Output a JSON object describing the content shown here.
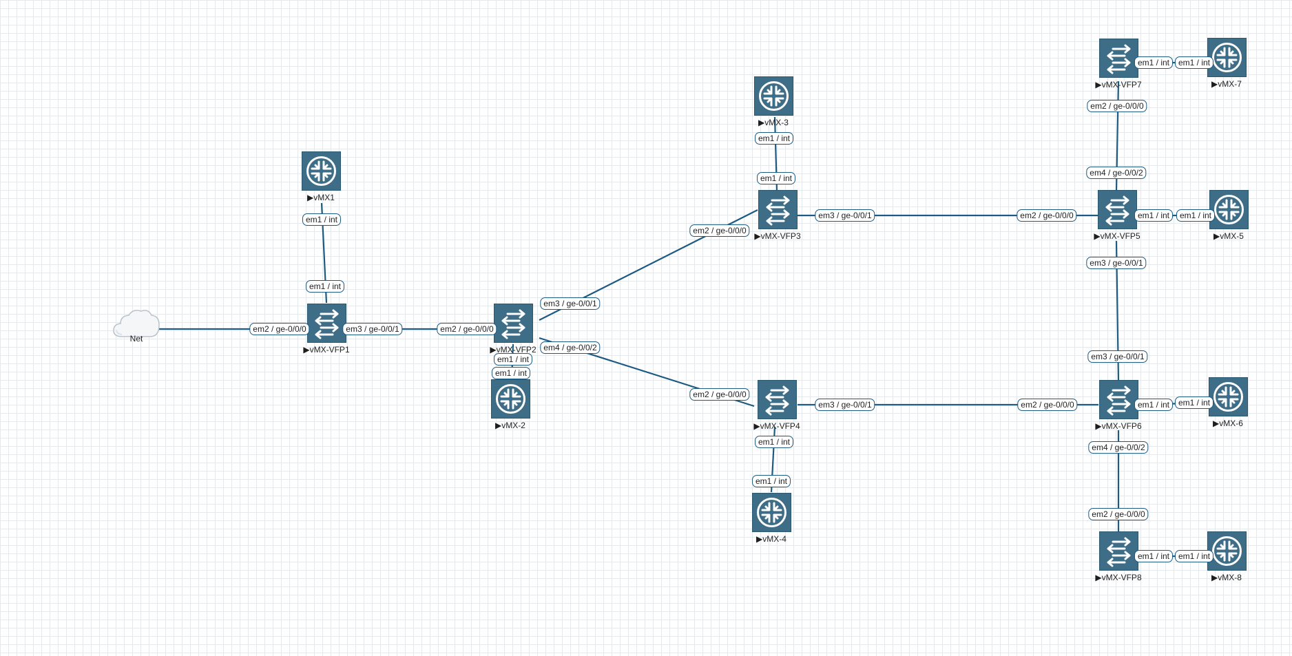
{
  "colors": {
    "link": "#1c5a82",
    "node_fill": "#3e6d87",
    "node_stroke": "#2b5670",
    "label_border": "#1c5a82"
  },
  "nodes": {
    "net": {
      "label": "Net",
      "icon": "cloud-icon"
    },
    "vfp1": {
      "label": "▶vMX-VFP1",
      "icon": "switch-icon"
    },
    "vfp2": {
      "label": "▶vMX-VFP2",
      "icon": "switch-icon"
    },
    "vfp3": {
      "label": "▶vMX-VFP3",
      "icon": "switch-icon"
    },
    "vfp4": {
      "label": "▶vMX-VFP4",
      "icon": "switch-icon"
    },
    "vfp5": {
      "label": "▶vMX-VFP5",
      "icon": "switch-icon"
    },
    "vfp6": {
      "label": "▶vMX-VFP6",
      "icon": "switch-icon"
    },
    "vfp7": {
      "label": "▶vMX-VFP7",
      "icon": "switch-icon"
    },
    "vfp8": {
      "label": "▶vMX-VFP8",
      "icon": "switch-icon"
    },
    "vmx1": {
      "label": "▶vMX1",
      "icon": "router-icon"
    },
    "vmx2": {
      "label": "▶vMX-2",
      "icon": "router-icon"
    },
    "vmx3": {
      "label": "▶vMX-3",
      "icon": "router-icon"
    },
    "vmx4": {
      "label": "▶vMX-4",
      "icon": "router-icon"
    },
    "vmx5": {
      "label": "▶vMX-5",
      "icon": "router-icon"
    },
    "vmx6": {
      "label": "▶vMX-6",
      "icon": "router-icon"
    },
    "vmx7": {
      "label": "▶vMX-7",
      "icon": "router-icon"
    },
    "vmx8": {
      "label": "▶vMX-8",
      "icon": "router-icon"
    }
  },
  "links": [
    {
      "a": "net",
      "b": "vfp1",
      "a_if": "",
      "b_if": "em2 / ge-0/0/0"
    },
    {
      "a": "vmx1",
      "b": "vfp1",
      "a_if": "em1 / int",
      "b_if": "em1 / int"
    },
    {
      "a": "vfp1",
      "b": "vfp2",
      "a_if": "em3 / ge-0/0/1",
      "b_if": "em2 / ge-0/0/0"
    },
    {
      "a": "vfp2",
      "b": "vmx2",
      "a_if": "em1 / int",
      "b_if": "em1 / int"
    },
    {
      "a": "vfp2",
      "b": "vfp3",
      "a_if": "em3 / ge-0/0/1",
      "b_if": "em2 / ge-0/0/0"
    },
    {
      "a": "vfp2",
      "b": "vfp4",
      "a_if": "em4 / ge-0/0/2",
      "b_if": "em2 / ge-0/0/0"
    },
    {
      "a": "vmx3",
      "b": "vfp3",
      "a_if": "em1 / int",
      "b_if": "em1 / int"
    },
    {
      "a": "vfp3",
      "b": "vfp5",
      "a_if": "em3 / ge-0/0/1",
      "b_if": "em2 / ge-0/0/0"
    },
    {
      "a": "vfp4",
      "b": "vmx4",
      "a_if": "em1 / int",
      "b_if": "em1 / int"
    },
    {
      "a": "vfp4",
      "b": "vfp6",
      "a_if": "em3 / ge-0/0/1",
      "b_if": "em2 / ge-0/0/0"
    },
    {
      "a": "vfp7",
      "b": "vmx7",
      "a_if": "em1 / int",
      "b_if": "em1 / int"
    },
    {
      "a": "vfp7",
      "b": "vfp5",
      "a_if": "em2 / ge-0/0/0",
      "b_if": "em4 / ge-0/0/2"
    },
    {
      "a": "vfp5",
      "b": "vmx5",
      "a_if": "em1 / int",
      "b_if": "em1 / int"
    },
    {
      "a": "vfp5",
      "b": "vfp6",
      "a_if": "em3 / ge-0/0/1",
      "b_if": "em3 / ge-0/0/1"
    },
    {
      "a": "vfp6",
      "b": "vmx6",
      "a_if": "em1 / int",
      "b_if": "em1 / int"
    },
    {
      "a": "vfp6",
      "b": "vfp8",
      "a_if": "em4 / ge-0/0/2",
      "b_if": "em2 / ge-0/0/0"
    },
    {
      "a": "vfp8",
      "b": "vmx8",
      "a_if": "em1 / int",
      "b_if": "em1 / int"
    }
  ]
}
